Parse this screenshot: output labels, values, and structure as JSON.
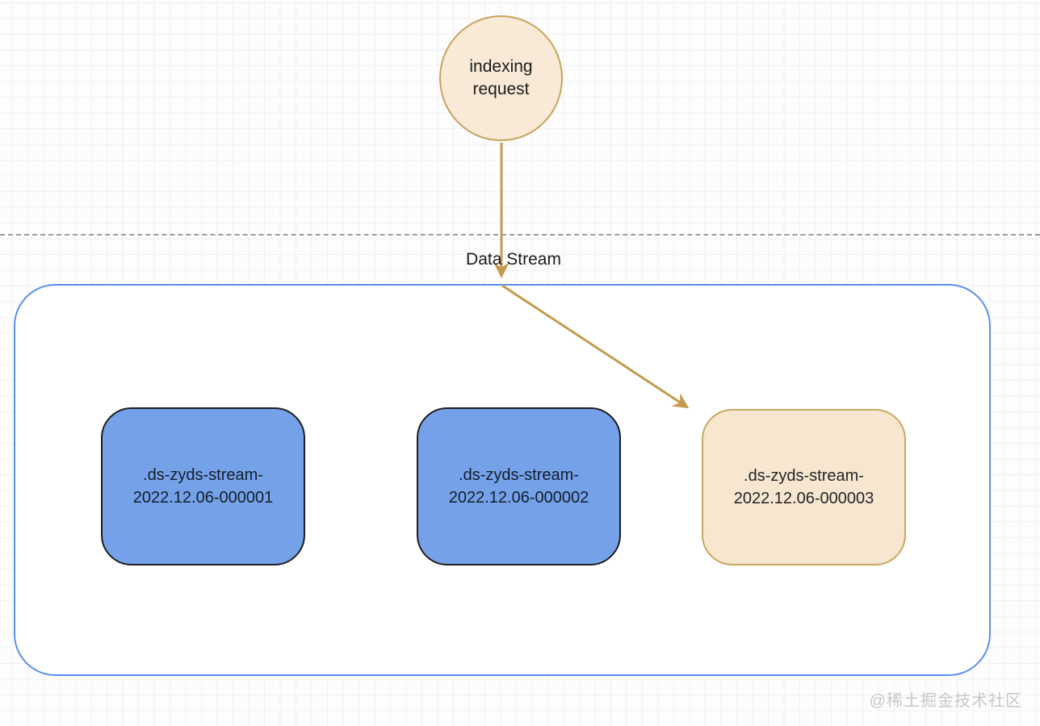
{
  "diagram": {
    "source_node": {
      "label": "indexing request"
    },
    "stream_label": "Data Stream",
    "backing_indices": [
      {
        "label": ".ds-zyds-stream-2022.12.06-000001",
        "role": "backing index"
      },
      {
        "label": ".ds-zyds-stream-2022.12.06-000002",
        "role": "backing index"
      },
      {
        "label": ".ds-zyds-stream-2022.12.06-000003",
        "role": "current write index"
      }
    ],
    "watermark": "@稀土掘金技术社区"
  },
  "colors": {
    "arrow": "#C49B4F",
    "circle-fill": "#F8EAD6",
    "circle-border": "#C9A35C",
    "blue-fill": "#74A1E8",
    "blue-border": "#1F1F1F",
    "tan-fill": "#F7E6D0",
    "tan-border": "#C9A860",
    "container-border": "#5B8FF0",
    "dashed": "#9C9C9C",
    "watermark": "#C8C8C8",
    "ink": "#1C1C1C"
  }
}
